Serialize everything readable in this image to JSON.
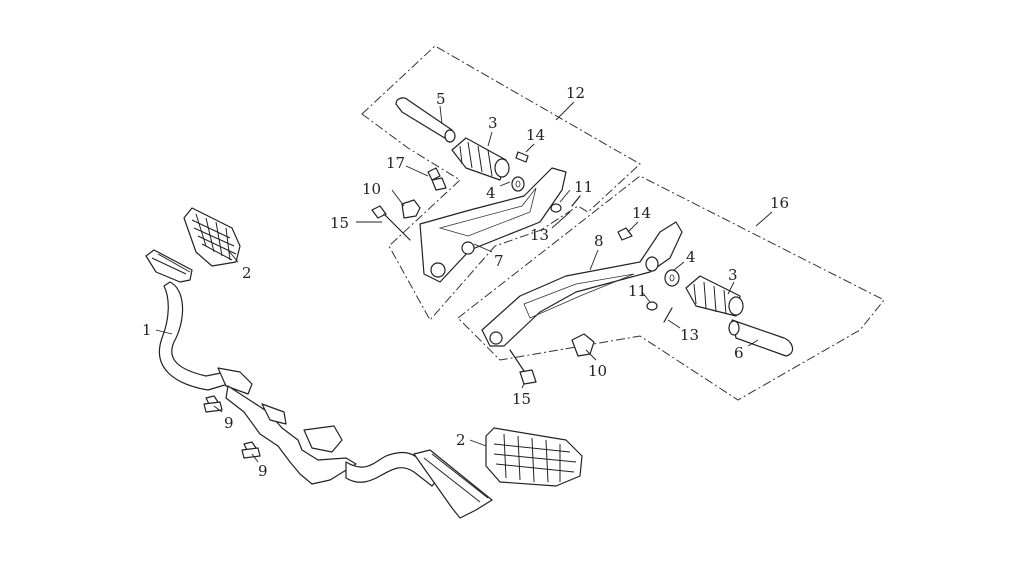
{
  "diagram": {
    "type": "exploded-parts-diagram",
    "line_color": "#222222",
    "background": "#ffffff",
    "callouts": [
      {
        "id": "c1",
        "text": "1"
      },
      {
        "id": "c2a",
        "text": "2"
      },
      {
        "id": "c2b",
        "text": "2"
      },
      {
        "id": "c3a",
        "text": "3"
      },
      {
        "id": "c3b",
        "text": "3"
      },
      {
        "id": "c4a",
        "text": "4"
      },
      {
        "id": "c4b",
        "text": "4"
      },
      {
        "id": "c5",
        "text": "5"
      },
      {
        "id": "c6",
        "text": "6"
      },
      {
        "id": "c7",
        "text": "7"
      },
      {
        "id": "c8",
        "text": "8"
      },
      {
        "id": "c9a",
        "text": "9"
      },
      {
        "id": "c9b",
        "text": "9"
      },
      {
        "id": "c10a",
        "text": "10"
      },
      {
        "id": "c10b",
        "text": "10"
      },
      {
        "id": "c11a",
        "text": "11"
      },
      {
        "id": "c11b",
        "text": "11"
      },
      {
        "id": "c12",
        "text": "12"
      },
      {
        "id": "c13a",
        "text": "13"
      },
      {
        "id": "c13b",
        "text": "13"
      },
      {
        "id": "c14a",
        "text": "14"
      },
      {
        "id": "c14b",
        "text": "14"
      },
      {
        "id": "c15a",
        "text": "15"
      },
      {
        "id": "c15b",
        "text": "15"
      },
      {
        "id": "c16",
        "text": "16"
      },
      {
        "id": "c17",
        "text": "17"
      }
    ]
  }
}
